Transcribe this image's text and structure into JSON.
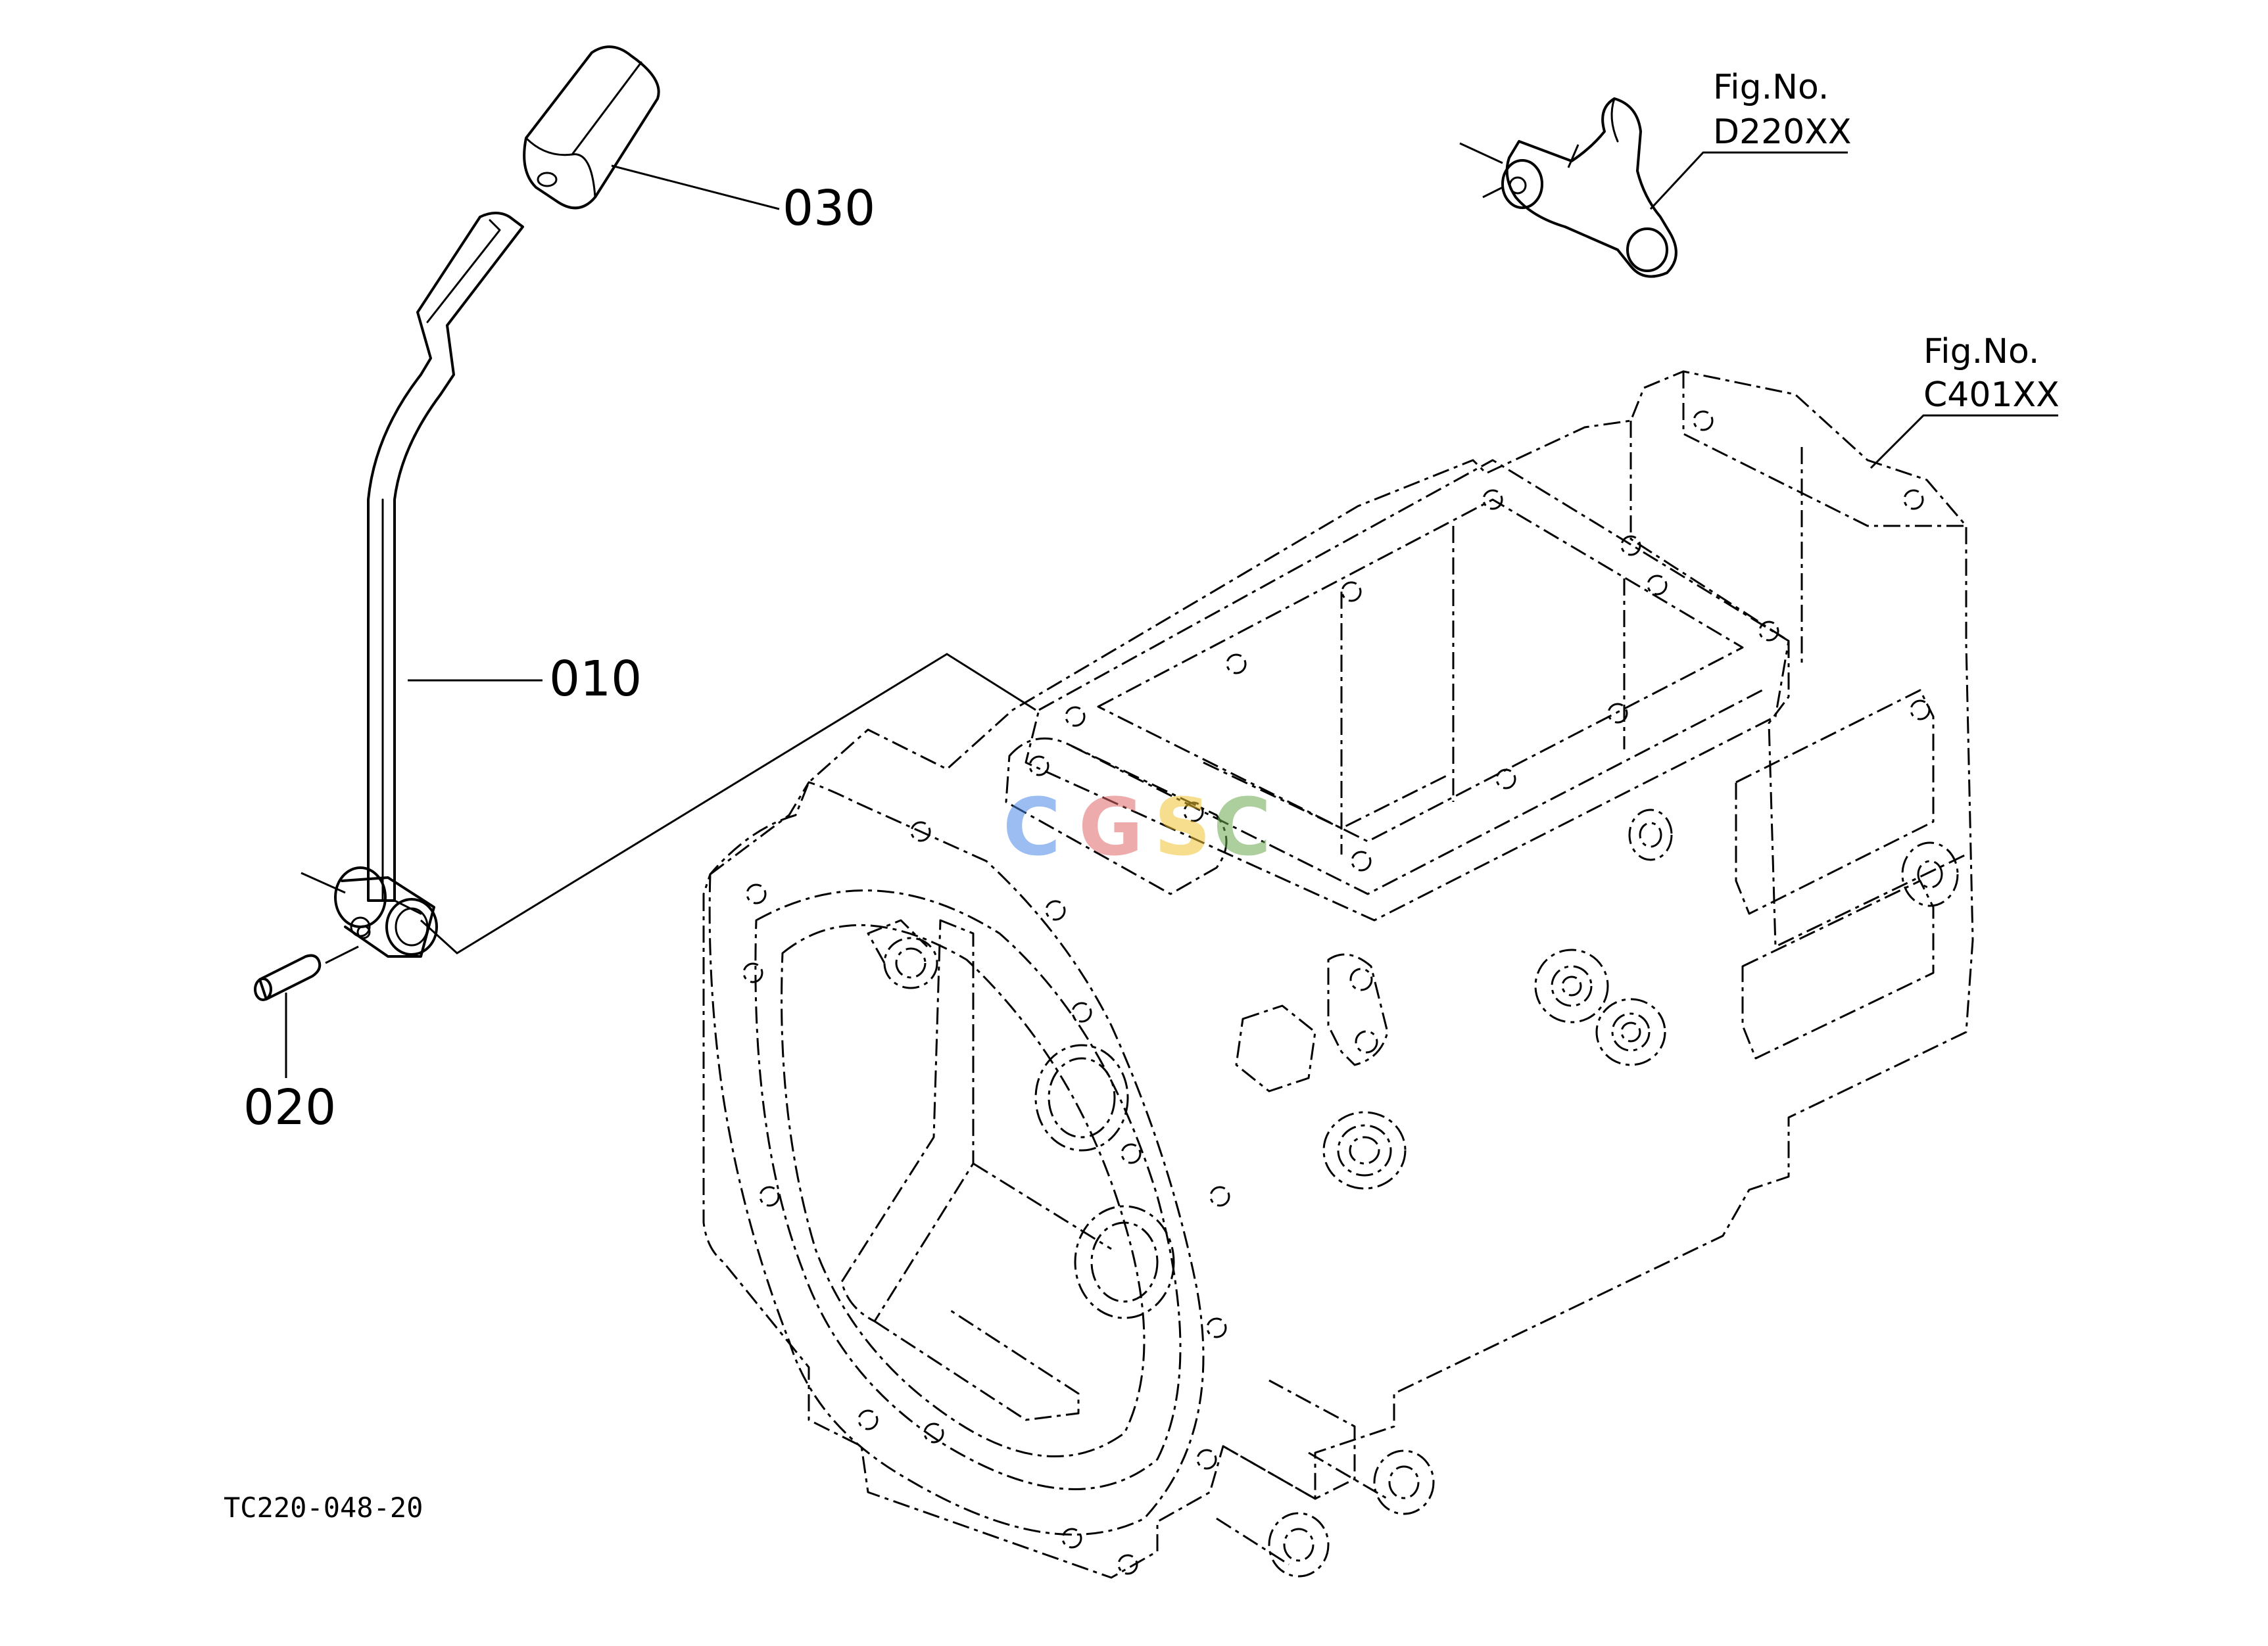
{
  "parts": [
    {
      "number": "030",
      "description": "knob"
    },
    {
      "number": "010",
      "description": "lever"
    },
    {
      "number": "020",
      "description": "pin"
    }
  ],
  "references": [
    {
      "prefix": "Fig.No.",
      "code": "D220XX"
    },
    {
      "prefix": "Fig.No.",
      "code": "C401XX"
    }
  ],
  "drawing_code": "TC220-048-20",
  "watermark": {
    "letters": [
      "C",
      "G",
      "S",
      "C"
    ],
    "colors": [
      "#4a86e8",
      "#e06666",
      "#f1c232",
      "#6aa84f"
    ]
  }
}
